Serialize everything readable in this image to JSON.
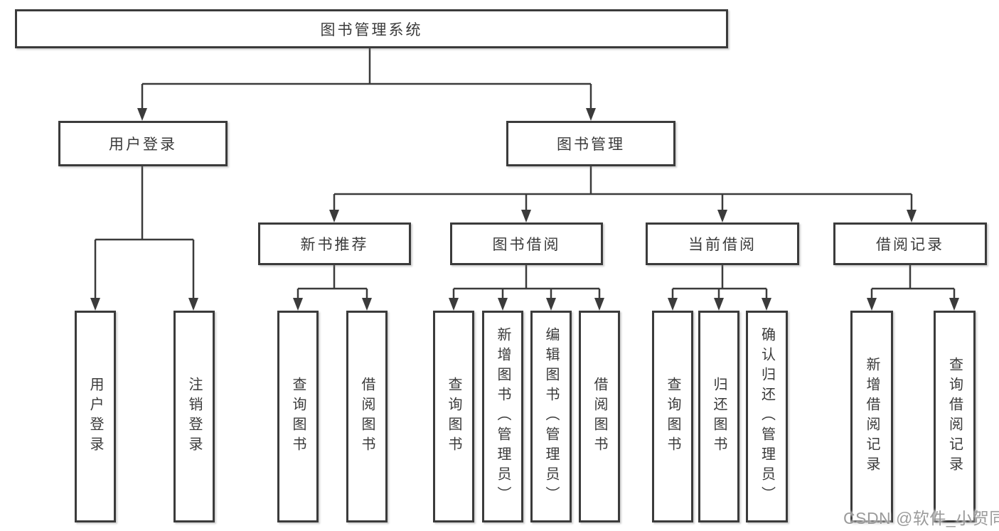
{
  "colors": {
    "background": "#ffffff",
    "line": "#3b3b3b",
    "box_border": "#3b3b3b",
    "box_fill": "#ffffff",
    "text": "#3a3a3a",
    "watermark": "#9b9b9b"
  },
  "tree": {
    "label": "图书管理系统",
    "children": [
      {
        "label": "用户登录",
        "children": [
          {
            "label": "用户登录"
          },
          {
            "label": "注销登录"
          }
        ]
      },
      {
        "label": "图书管理",
        "children": [
          {
            "label": "新书推荐",
            "children": [
              {
                "label": "查询图书"
              },
              {
                "label": "借阅图书"
              }
            ]
          },
          {
            "label": "图书借阅",
            "children": [
              {
                "label": "查询图书"
              },
              {
                "label": "新增图书（管理员）"
              },
              {
                "label": "编辑图书（管理员）"
              },
              {
                "label": "借阅图书"
              }
            ]
          },
          {
            "label": "当前借阅",
            "children": [
              {
                "label": "查询图书"
              },
              {
                "label": "归还图书"
              },
              {
                "label": "确认归还（管理员）"
              }
            ]
          },
          {
            "label": "借阅记录",
            "children": [
              {
                "label": "新增借阅记录"
              },
              {
                "label": "查询借阅记录"
              }
            ]
          }
        ]
      }
    ]
  },
  "watermark": {
    "text": "CSDN @软件_小贺同学"
  }
}
